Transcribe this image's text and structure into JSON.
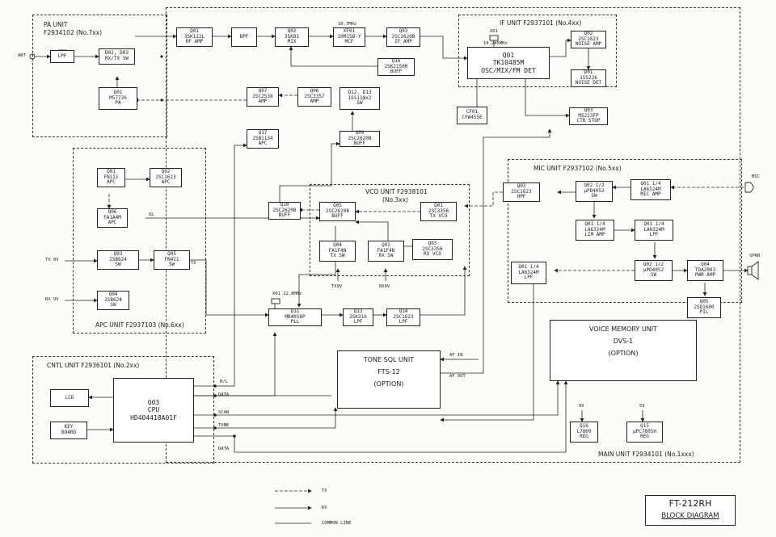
{
  "units": {
    "pa": {
      "name": "PA UNIT",
      "part": "F2934102 (No.7xx)"
    },
    "if": {
      "name": "IF UNIT",
      "part": "F2937101 (No.4xx)"
    },
    "mic": {
      "name": "MIC UNIT",
      "part": "F2937102 (No.5xx)"
    },
    "vco": {
      "name": "VCO UNIT",
      "part": "F2938101",
      "sub": "(No.3xx)"
    },
    "apc": {
      "name": "APC UNIT",
      "part": "F2937103 (No.6xx)"
    },
    "cntl": {
      "name": "CNTL UNIT",
      "part": "F2936101 (No.2xx)"
    },
    "main": {
      "name": "MAIN UNIT",
      "part": "F2934101 (No.1xxx)"
    }
  },
  "blocks": {
    "lpf_pa": [
      "LPF"
    ],
    "pa_d2d3": [
      "D02, D03",
      "RX/TX SW"
    ],
    "pa_q01": [
      "Q01",
      "M57726",
      "PA"
    ],
    "q01_rf": [
      "Q01",
      "3SK122L",
      "RF AMP"
    ],
    "bpf": [
      "BPF"
    ],
    "q02_mix": [
      "Q02",
      "3SK81",
      "MIX"
    ],
    "xf01": [
      "XF01",
      "10M15B-Y",
      "MCF"
    ],
    "q03_if": [
      "Q03",
      "2SC2620B",
      "IF AMP"
    ],
    "q16_buff": [
      "Q16",
      "2SK2150R",
      "BUFF"
    ],
    "q07_amp": [
      "Q07",
      "2SC2538",
      "AMP"
    ],
    "q06_amp": [
      "Q06",
      "2SC3357",
      "AMP"
    ],
    "d12_sw": [
      "D12, D13",
      "1SS11@x2",
      "SW"
    ],
    "q17_apc": [
      "Q17",
      "2SB1134",
      "APC"
    ],
    "q09_buff": [
      "Q09",
      "2SC2620B",
      "BUFF"
    ],
    "q10_buff": [
      "Q10",
      "2SC2620B",
      "BUFF"
    ],
    "if_q01": [
      "Q01",
      "TK10485M",
      "OSC/MIX/FM DET"
    ],
    "if_q02": [
      "Q02",
      "2SC1623",
      "NOISE AMP"
    ],
    "if_d01": [
      "D01",
      "1SS226",
      "NOISE DET"
    ],
    "if_q03": [
      "Q03",
      "M5223FP",
      "CTR STOP"
    ],
    "if_cf01": [
      "CF01",
      "CFW455E"
    ],
    "apc_q01": [
      "Q01",
      "FN1I1",
      "APC"
    ],
    "apc_q02": [
      "Q02",
      "2SC1623",
      "APC"
    ],
    "apc_q06": [
      "Q06",
      "FA1A4M",
      "APC"
    ],
    "apc_q03": [
      "Q03",
      "2SB624",
      "SW"
    ],
    "apc_q05": [
      "Q05",
      "FN4I1",
      "SW"
    ],
    "apc_q04": [
      "Q04",
      "2SB624",
      "SW"
    ],
    "vco_q05": [
      "Q05",
      "2SC2620B",
      "BUFF"
    ],
    "vco_q01": [
      "Q01",
      "2SC3356",
      "TX VCO"
    ],
    "vco_q04": [
      "Q04",
      "FA1F4N",
      "TX SW"
    ],
    "vco_q02": [
      "Q02",
      "FA1F4N",
      "RX SW"
    ],
    "vco_q03": [
      "Q03",
      "2SC3356",
      "RX VCO"
    ],
    "pll_q11": [
      "Q11",
      "MB4058P",
      "PLL"
    ],
    "q13_lpf": [
      "Q13",
      "2SK316",
      "LPF"
    ],
    "q14_lpf": [
      "Q14",
      "2SC1623",
      "LPF"
    ],
    "mic_q03": [
      "Q03",
      "2SC1623",
      "HPF"
    ],
    "mic_q02a": [
      "Q02 1/2",
      "μPD4052",
      "SW"
    ],
    "mic_q01a": [
      "Q01 1/4",
      "LA6324M",
      "MIC AMP"
    ],
    "mic_q01b": [
      "Q01 1/4",
      "LA6324M",
      "LIM AMP"
    ],
    "mic_q01c": [
      "Q01 1/4",
      "LA6324M",
      "LPF"
    ],
    "mic_q01d": [
      "Q01 1/4",
      "LA6324M",
      "LPF"
    ],
    "mic_q02b": [
      "Q02 1/2",
      "μPD4052",
      "SW"
    ],
    "mic_q04": [
      "Q04",
      "TDA2003",
      "PWR AMP"
    ],
    "mic_q05": [
      "Q05",
      "2SD1600",
      "PIL"
    ],
    "cpu": [
      "Q03",
      "CPU",
      "HD404418A01F"
    ],
    "lcd": [
      "LCD"
    ],
    "keyboard": [
      "KEY",
      "BOARD"
    ],
    "q16_reg": [
      "Q16",
      "L7809",
      "REG"
    ],
    "q15_reg": [
      "Q15",
      "μPC7805H",
      "REG"
    ]
  },
  "options": {
    "tone": [
      "TONE SQL UNIT",
      "FTS-12",
      "(OPTION)"
    ],
    "voice": [
      "VOICE MEMORY UNIT",
      "DVS-1",
      "(OPTION)"
    ]
  },
  "signals": {
    "ant": "ANT",
    "mic": "MIC",
    "spkr": "SPKR",
    "x01": "X01",
    "x01_freq": "10.245MHz",
    "if_freq": "10.7MHz",
    "pll_xtal": "X01 12.8MHz",
    "tx9v_a": "TX 9V",
    "rx9v_a": "RX 9V",
    "tx": "TX",
    "ul": "UL",
    "tx9v_v": "TX9V",
    "rx9v_v": "RX9V",
    "af_in": "AF IN",
    "af_out": "AF OUT",
    "hl": "H/L",
    "data1": "DATA",
    "scan": "SCAN",
    "tone": "TONE",
    "data2": "DATA",
    "v9": "9V",
    "v5": "5V"
  },
  "legend": {
    "tx": "TX",
    "rx": "RX",
    "common": "COMMON LINE"
  },
  "title": {
    "model": "FT-212RH",
    "subtitle": "BLOCK DIAGRAM"
  }
}
